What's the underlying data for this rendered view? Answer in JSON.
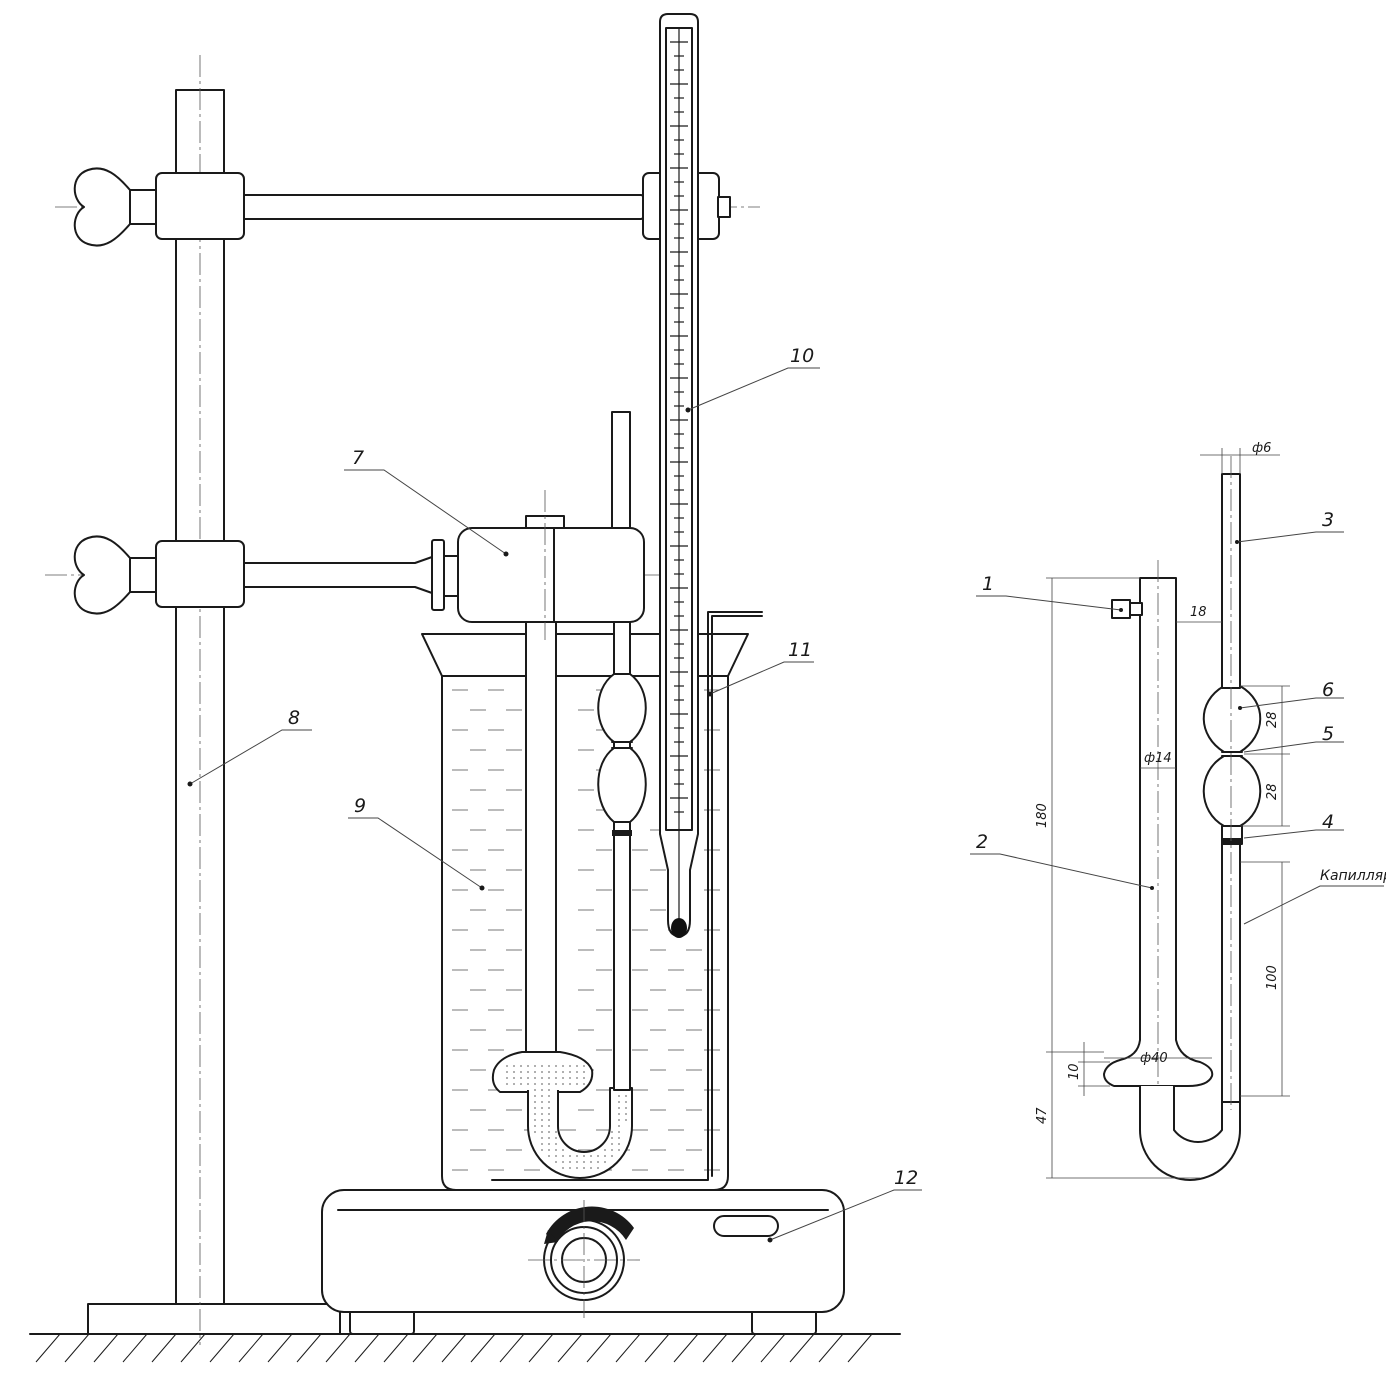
{
  "callouts": {
    "c1": "1",
    "c2": "2",
    "c3": "3",
    "c4": "4",
    "c5": "5",
    "c6": "6",
    "c7": "7",
    "c8": "8",
    "c9": "9",
    "c10": "10",
    "c11": "11",
    "c12": "12",
    "capillary": "Капилляр"
  },
  "dimensions": {
    "d_top_tube": "ф6",
    "d_gap": "18",
    "d_tube": "ф14",
    "d_bulb_base": "ф40",
    "h_total": "180",
    "h_base": "47",
    "h_ten": "10",
    "h_bulb_upper": "28",
    "h_bulb_lower": "28",
    "h_capillary": "100"
  }
}
